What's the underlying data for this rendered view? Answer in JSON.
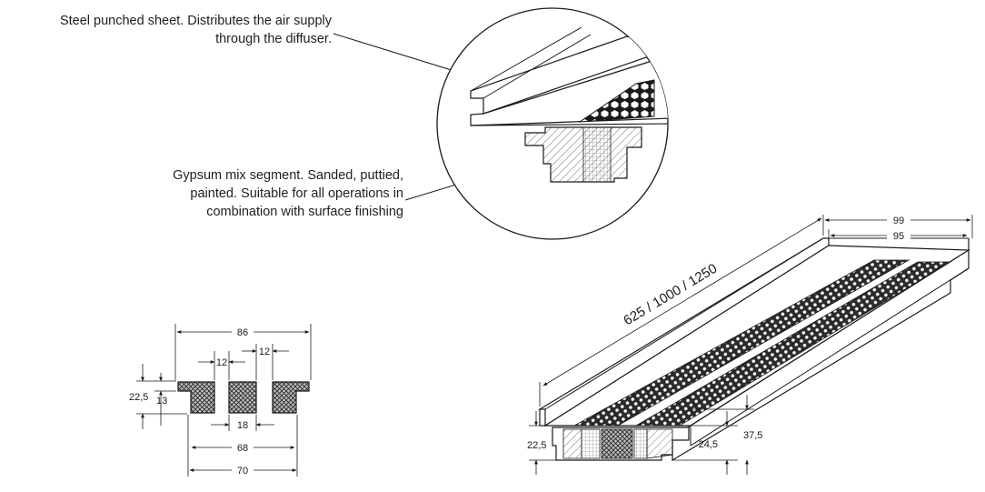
{
  "captions": {
    "punched_sheet": [
      "Steel punched sheet. Distributes the air supply",
      "through the diffuser."
    ],
    "gypsum_segment": [
      "Gypsum mix segment. Sanded, puttied,",
      "painted. Suitable for all operations in",
      "combination with surface finishing"
    ]
  },
  "section_dims": {
    "overall": "86",
    "slot_left": "12",
    "slot_right": "12",
    "total_height": "22,5",
    "flange_height": "13",
    "center": "18",
    "inner": "68",
    "outer": "70"
  },
  "iso_dims": {
    "length": "625 / 1000 / 1250",
    "width_outer": "99",
    "width_inner": "95",
    "height_left": "22,5",
    "height_mid": "24,5",
    "height_right": "37,5"
  }
}
